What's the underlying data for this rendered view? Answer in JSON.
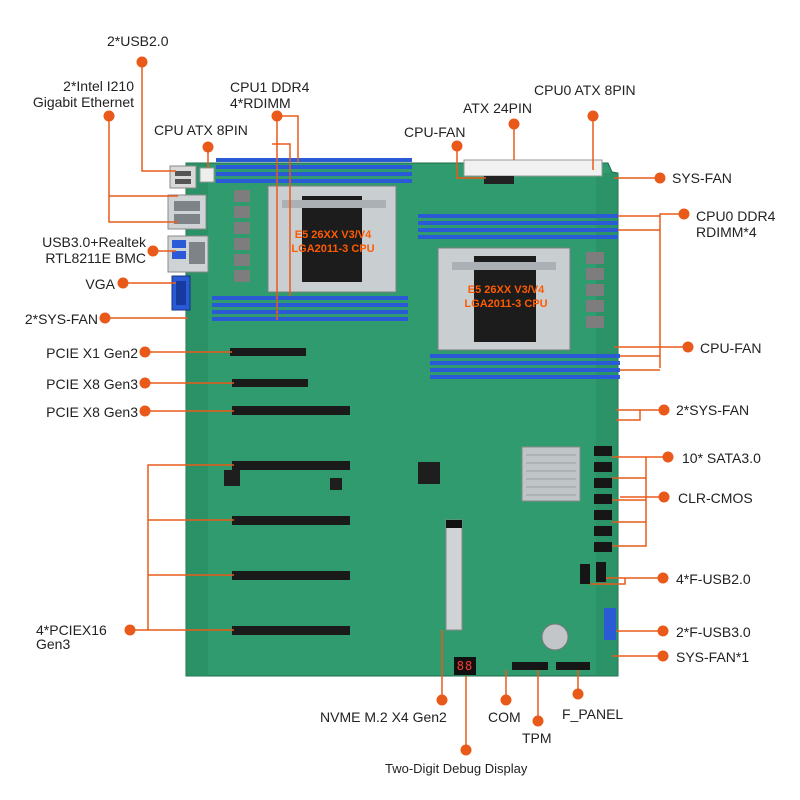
{
  "colors": {
    "board": "#2f9b6e",
    "board_dark": "#237a55",
    "dimm_blue": "#2a5ad6",
    "pcie_black": "#1a1a1a",
    "callout_orange": "#e95a1a",
    "cpu_text": "#ff5a00"
  },
  "labels": [
    {
      "id": "usb2",
      "lines": [
        "2*USB2.0"
      ],
      "align": "left"
    },
    {
      "id": "intel-eth",
      "lines": [
        "2*Intel I210",
        "Gigabit Ethernet"
      ],
      "align": "right"
    },
    {
      "id": "usb3-bmc",
      "lines": [
        "USB3.0+Realtek",
        "RTL8211E BMC"
      ],
      "align": "right"
    },
    {
      "id": "vga",
      "lines": [
        "VGA"
      ],
      "align": "right"
    },
    {
      "id": "sys-fan-left",
      "lines": [
        "2*SYS-FAN"
      ],
      "align": "right"
    },
    {
      "id": "pcie-x1",
      "lines": [
        "PCIE X1 Gen2"
      ],
      "align": "right"
    },
    {
      "id": "pcie-x8-a",
      "lines": [
        "PCIE X8 Gen3"
      ],
      "align": "right"
    },
    {
      "id": "pcie-x8-b",
      "lines": [
        "PCIE X8  Gen3"
      ],
      "align": "right"
    },
    {
      "id": "pcie-x16",
      "lines": [
        "4*PCIEX16",
        "Gen3"
      ],
      "align": "right"
    },
    {
      "id": "cpu1-ddr4",
      "lines": [
        "CPU1 DDR4",
        "4*RDIMM"
      ],
      "align": "left"
    },
    {
      "id": "cpu-atx-8pin",
      "lines": [
        "CPU ATX 8PIN"
      ],
      "align": "left"
    },
    {
      "id": "atx-24pin",
      "lines": [
        "ATX 24PIN"
      ],
      "align": "left"
    },
    {
      "id": "cpu0-atx-8pin",
      "lines": [
        "CPU0 ATX 8PIN"
      ],
      "align": "left"
    },
    {
      "id": "cpu-fan-top",
      "lines": [
        "CPU-FAN"
      ],
      "align": "left"
    },
    {
      "id": "sys-fan-right",
      "lines": [
        "SYS-FAN"
      ],
      "align": "left"
    },
    {
      "id": "cpu0-ddr4",
      "lines": [
        "CPU0 DDR4",
        "RDIMM*4"
      ],
      "align": "left"
    },
    {
      "id": "cpu-fan-right",
      "lines": [
        "CPU-FAN"
      ],
      "align": "left"
    },
    {
      "id": "sys-fan-2-right",
      "lines": [
        "2*SYS-FAN"
      ],
      "align": "left"
    },
    {
      "id": "sata",
      "lines": [
        "10* SATA3.0"
      ],
      "align": "left"
    },
    {
      "id": "clr-cmos",
      "lines": [
        "CLR-CMOS"
      ],
      "align": "left"
    },
    {
      "id": "f-usb2",
      "lines": [
        "4*F-USB2.0"
      ],
      "align": "left"
    },
    {
      "id": "f-usb3",
      "lines": [
        "2*F-USB3.0"
      ],
      "align": "left"
    },
    {
      "id": "sys-fan-1",
      "lines": [
        "SYS-FAN*1"
      ],
      "align": "left"
    },
    {
      "id": "nvme",
      "lines": [
        "NVME M.2 X4 Gen2"
      ],
      "align": "left"
    },
    {
      "id": "com",
      "lines": [
        "COM"
      ],
      "align": "left"
    },
    {
      "id": "tpm",
      "lines": [
        "TPM"
      ],
      "align": "left"
    },
    {
      "id": "f-panel",
      "lines": [
        "F_PANEL"
      ],
      "align": "left"
    },
    {
      "id": "debug",
      "lines": [
        "Two-Digit Debug Display"
      ],
      "align": "left"
    }
  ],
  "cpus": [
    {
      "id": "cpu1",
      "lines": [
        "E5 26XX V3/V4",
        "LGA2011-3 CPU"
      ]
    },
    {
      "id": "cpu0",
      "lines": [
        "E5 26XX V3/V4",
        "LGA2011-3 CPU"
      ]
    }
  ],
  "debug_display": "88"
}
